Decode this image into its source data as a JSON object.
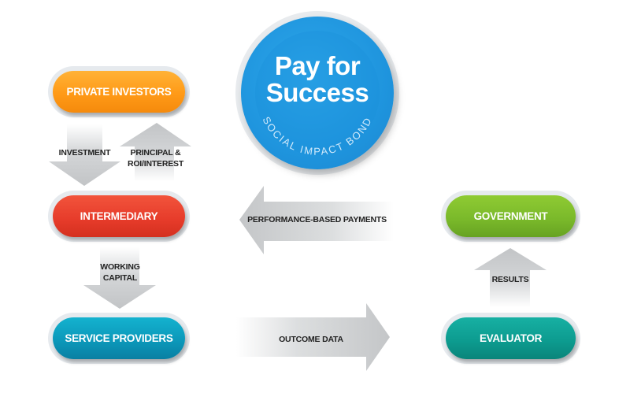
{
  "badge": {
    "title_line1": "Pay for",
    "title_line2": "Success",
    "subtitle": "SOCIAL IMPACT BOND",
    "color": "#1f95de"
  },
  "nodes": {
    "private_investors": {
      "label": "PRIVATE INVESTORS",
      "color": "#ff9a17"
    },
    "intermediary": {
      "label": "INTERMEDIARY",
      "color": "#e63b2a"
    },
    "service_providers": {
      "label": "SERVICE PROVIDERS",
      "color": "#0b96b8"
    },
    "government": {
      "label": "GOVERNMENT",
      "color": "#79b82a"
    },
    "evaluator": {
      "label": "EVALUATOR",
      "color": "#0c9a8e"
    }
  },
  "flows": {
    "investment": {
      "label": "INVESTMENT"
    },
    "principal": {
      "line1": "PRINCIPAL &",
      "line2": "ROI/INTEREST"
    },
    "working_capital": {
      "line1": "WORKING",
      "line2": "CAPITAL"
    },
    "performance_payments": {
      "label": "PERFORMANCE-BASED PAYMENTS"
    },
    "outcome_data": {
      "label": "OUTCOME DATA"
    },
    "results": {
      "label": "RESULTS"
    }
  }
}
